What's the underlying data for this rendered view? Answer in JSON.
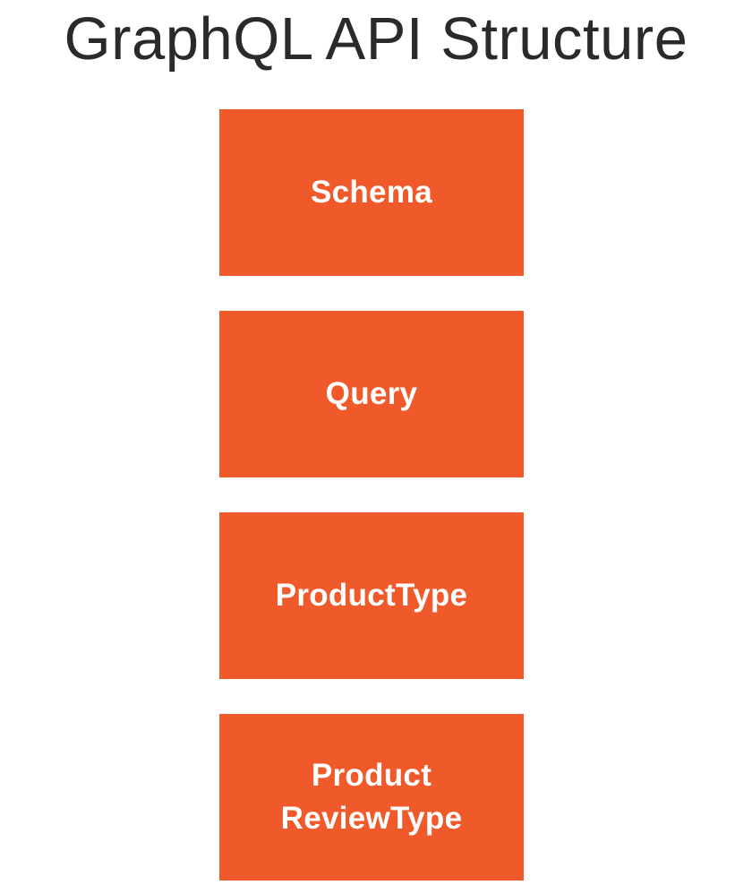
{
  "title": "GraphQL API Structure",
  "colors": {
    "box_fill": "#f05a2b",
    "box_text": "#ffffff",
    "title_text": "#2a2a2a",
    "background": "#ffffff"
  },
  "boxes": [
    {
      "lines": [
        "Schema"
      ]
    },
    {
      "lines": [
        "Query"
      ]
    },
    {
      "lines": [
        "ProductType"
      ]
    },
    {
      "lines": [
        "Product",
        "ReviewType"
      ]
    }
  ]
}
